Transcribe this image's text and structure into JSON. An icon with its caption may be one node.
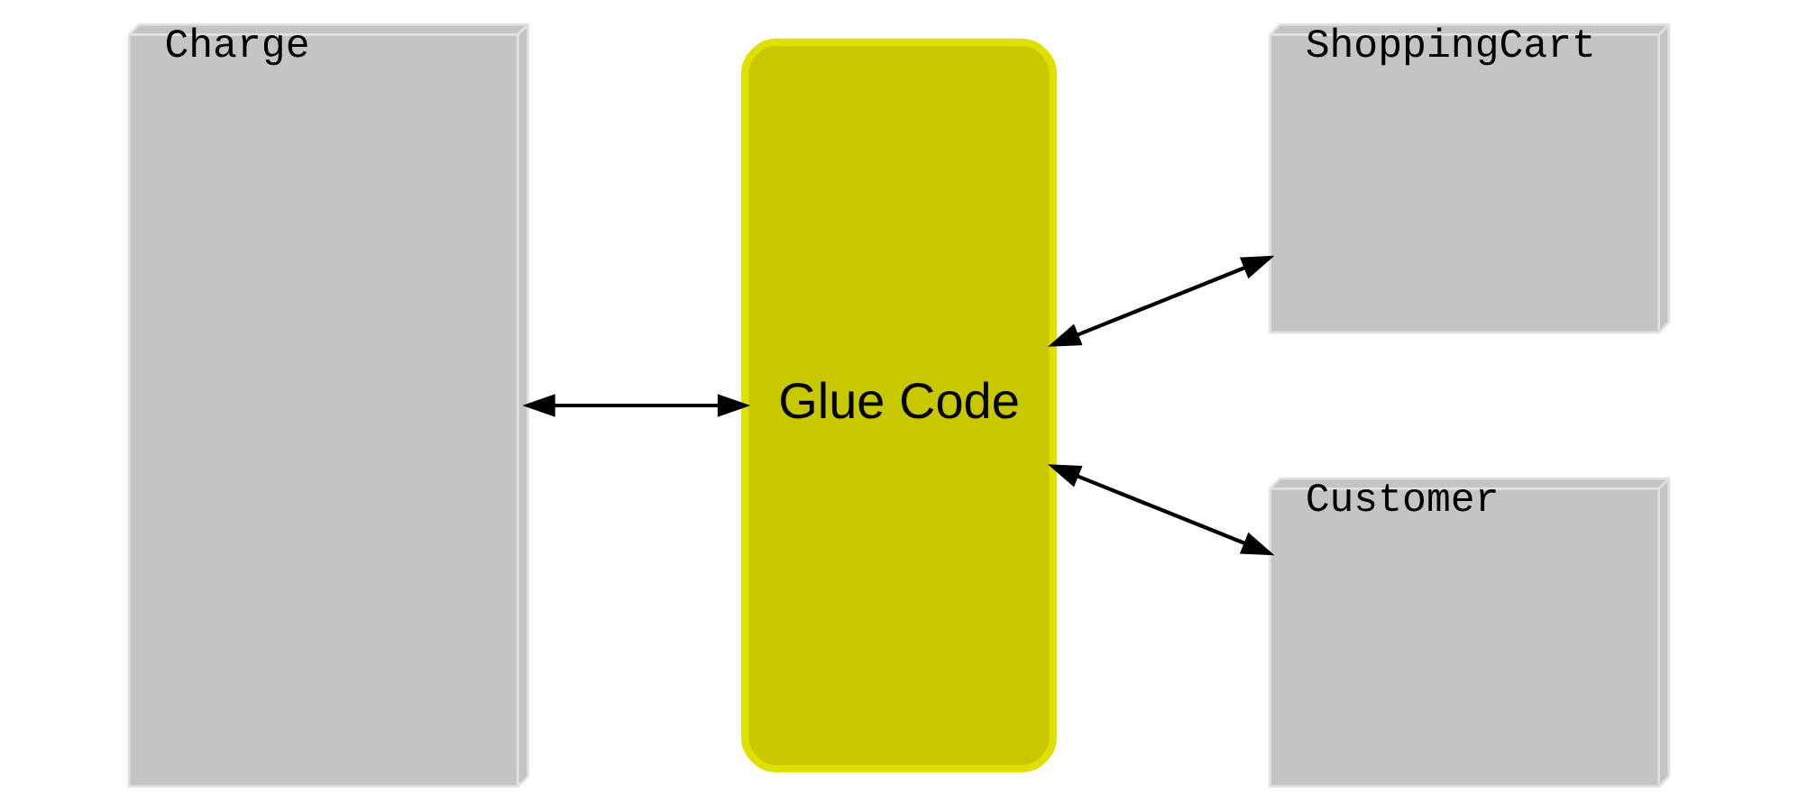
{
  "diagram": {
    "nodes": [
      {
        "text": [
          "Charge"
        ]
      },
      {
        "text": [
          "Glue Code"
        ]
      },
      {
        "text": [
          "ShoppingCart"
        ]
      },
      {
        "text": [
          "Customer"
        ]
      }
    ],
    "edges": [
      {
        "from": 0,
        "to": 1,
        "arrow": "both"
      },
      {
        "from": 1,
        "to": 2,
        "arrow": "both"
      },
      {
        "from": 1,
        "to": 3,
        "arrow": "both"
      }
    ]
  }
}
